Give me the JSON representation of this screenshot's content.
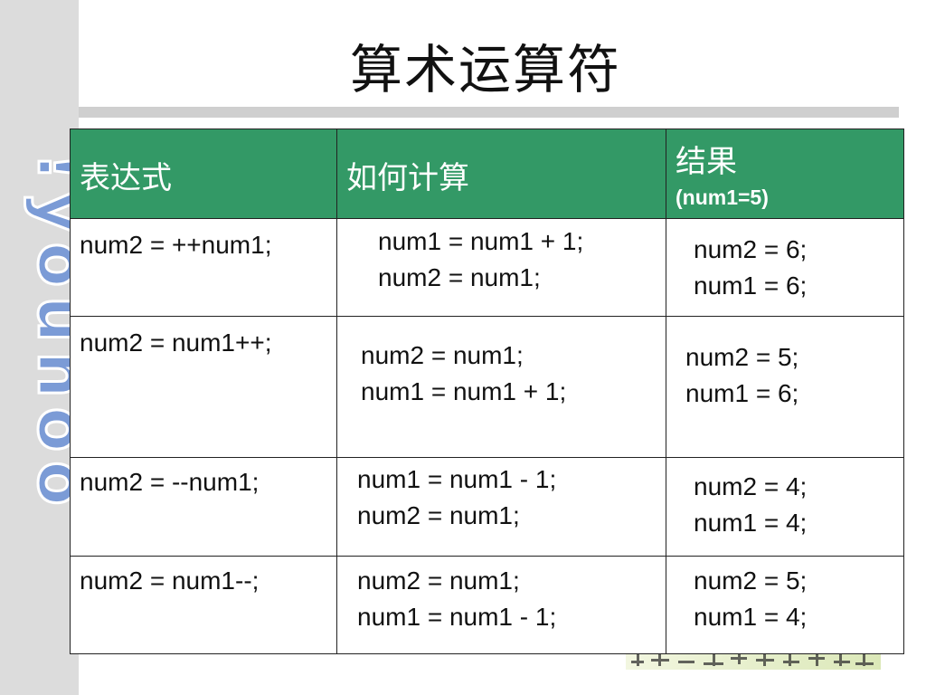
{
  "slide": {
    "title": "算术运算符",
    "side_wordmark": "!youhoo"
  },
  "table": {
    "headers": {
      "expression": "表达式",
      "how": "如何计算",
      "result": "结果",
      "result_note": "(num1=5)"
    },
    "rows": [
      {
        "expression": "num2 = ++num1;",
        "how": [
          "num1 = num1 + 1;",
          "num2 = num1;"
        ],
        "result": [
          "num2 = 6;",
          "num1 = 6;"
        ]
      },
      {
        "expression": "num2 = num1++;",
        "how": [
          "num2 = num1;",
          "num1 = num1 + 1;"
        ],
        "result": [
          "num2 = 5;",
          "num1 = 6;"
        ]
      },
      {
        "expression": "num2 = --num1;",
        "how": [
          "num1 = num1 - 1;",
          "num2 = num1;"
        ],
        "result": [
          "num2 = 4;",
          "num1 = 4;"
        ]
      },
      {
        "expression": "num2 = num1--;",
        "how": [
          "num2 = num1;",
          "num1 = num1 - 1;"
        ],
        "result": [
          "num2 = 5;",
          "num1 = 4;"
        ]
      }
    ]
  },
  "colors": {
    "header_bg": "#339966",
    "side_band": "#dcdcdc",
    "title_rule": "#cfcfcf",
    "wordmark": "#7b9bd6"
  }
}
